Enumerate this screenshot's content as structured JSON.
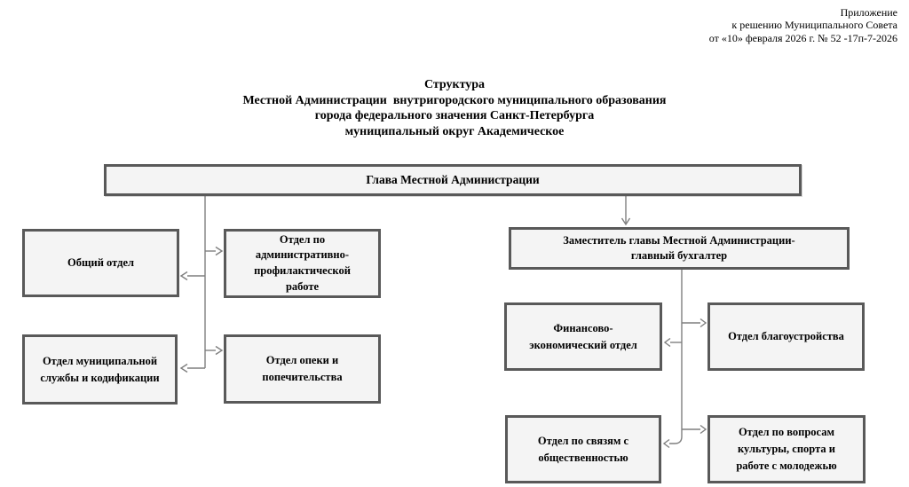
{
  "annotation": {
    "lines": [
      "Приложение",
      "к решению Муниципального Совета",
      "от «10» февраля 2026 г. № 52 -17п-7-2026"
    ]
  },
  "title": {
    "text": "Структура\nМестной Администрации  внутригородского муниципального образования\nгорода федерального значения Санкт-Петербурга\nмуниципальный округ Академическое"
  },
  "boxes": {
    "head": {
      "label": "Глава Местной Администрации"
    },
    "general": {
      "label": "Общий отдел"
    },
    "admprof": {
      "label": "Отдел по\nадминистративно-\nпрофилактической\nработе"
    },
    "municipal": {
      "label": "Отдел муниципальной\nслужбы и кодификации"
    },
    "opeka": {
      "label": "Отдел опеки и\nпопечительства"
    },
    "deputy": {
      "label": "Заместитель главы Местной Администрации-\nглавный бухгалтер"
    },
    "finance": {
      "label": "Финансово-\nэкономический отдел"
    },
    "landscaping": {
      "label": "Отдел благоустройства"
    },
    "public": {
      "label": "Отдел по связям с\nобщественностью"
    },
    "culture": {
      "label": "Отдел по вопросам\nкультуры, спорта и\nработе с молодежью"
    }
  },
  "edges": [
    {
      "from": "head",
      "to": "admprof"
    },
    {
      "from": "head",
      "to": "general"
    },
    {
      "from": "head",
      "to": "opeka"
    },
    {
      "from": "head",
      "to": "municipal"
    },
    {
      "from": "head",
      "to": "deputy"
    },
    {
      "from": "deputy",
      "to": "landscaping"
    },
    {
      "from": "deputy",
      "to": "finance"
    },
    {
      "from": "deputy",
      "to": "culture"
    },
    {
      "from": "deputy",
      "to": "public"
    }
  ],
  "colors": {
    "background": "#ffffff",
    "box_fill": "#f4f4f4",
    "box_border": "#595959",
    "connector": "#7f7f7f",
    "text": "#000000"
  }
}
